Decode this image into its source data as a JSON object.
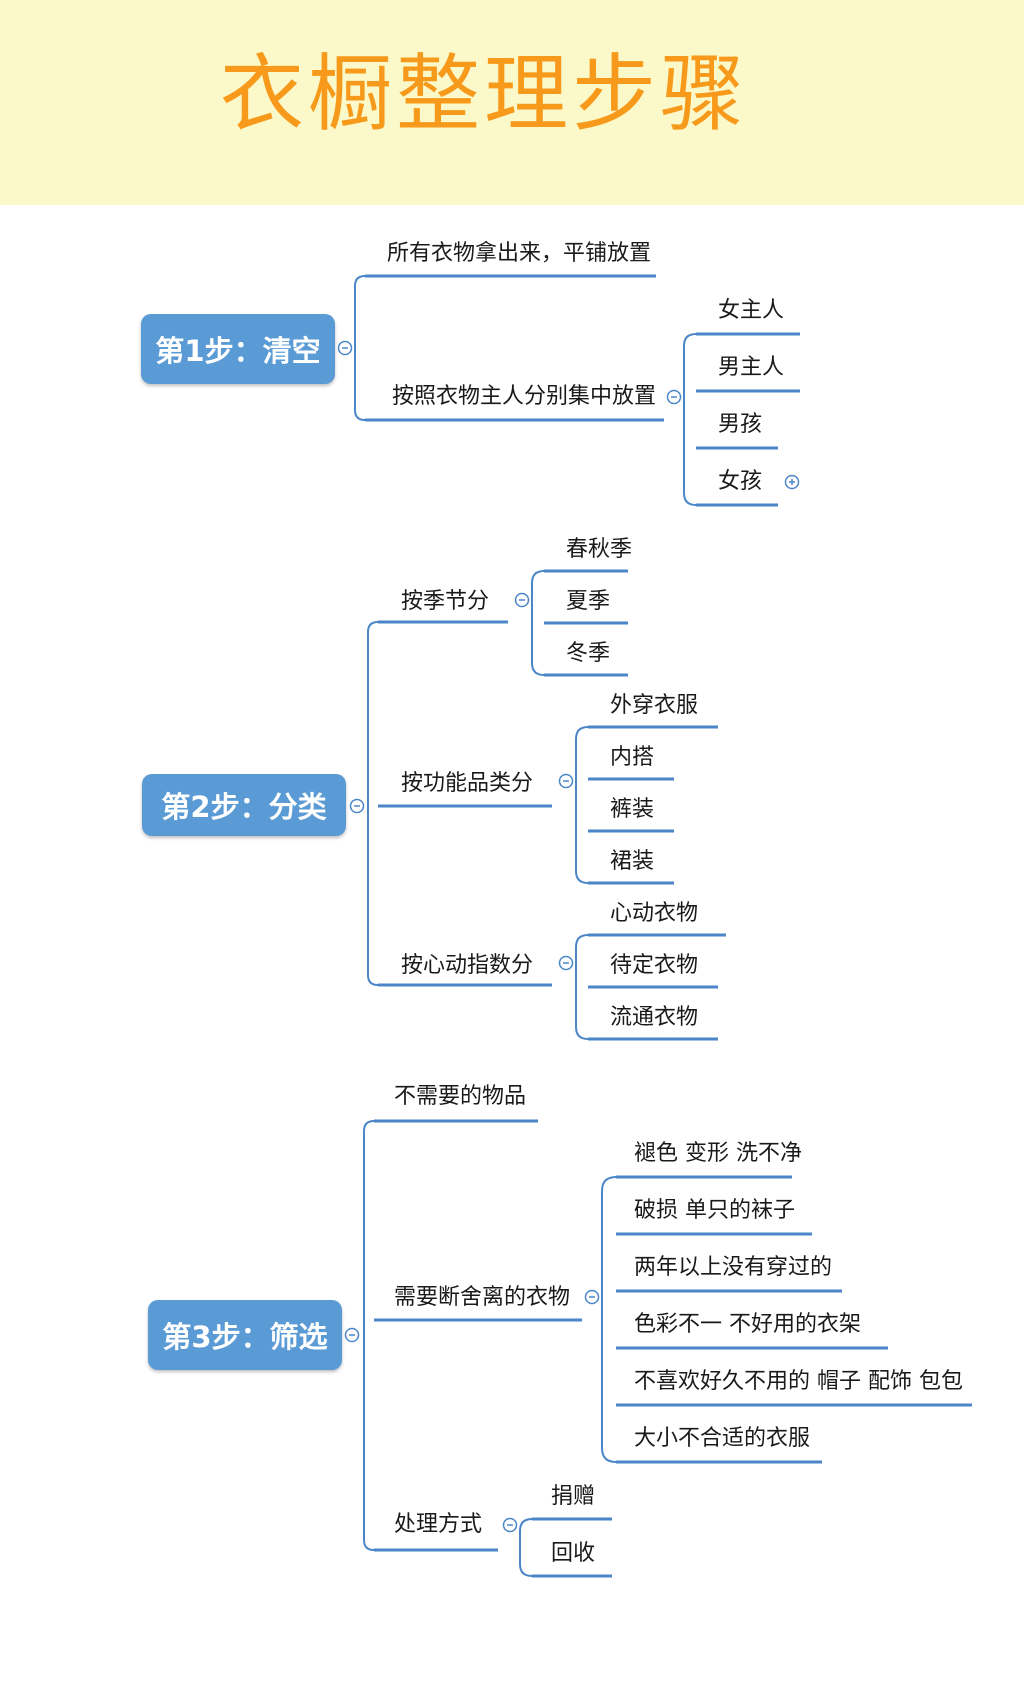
{
  "title": "衣橱整理步骤",
  "colors": {
    "header_bg": "#fbf8c9",
    "title": "#f79a1b",
    "step_box": "#5b9bd5",
    "line": "#4a86c8"
  },
  "steps": [
    {
      "label": "第1步：清空",
      "branches": [
        {
          "label": "所有衣物拿出来，平铺放置",
          "children": []
        },
        {
          "label": "按照衣物主人分别集中放置",
          "children": [
            "女主人",
            "男主人",
            "男孩",
            "女孩"
          ]
        }
      ]
    },
    {
      "label": "第2步：分类",
      "branches": [
        {
          "label": "按季节分",
          "children": [
            "春秋季",
            "夏季",
            "冬季"
          ]
        },
        {
          "label": "按功能品类分",
          "children": [
            "外穿衣服",
            "内搭",
            "裤装",
            "裙装"
          ]
        },
        {
          "label": "按心动指数分",
          "children": [
            "心动衣物",
            "待定衣物",
            "流通衣物"
          ]
        }
      ]
    },
    {
      "label": "第3步：筛选",
      "branches": [
        {
          "label": "不需要的物品",
          "children": []
        },
        {
          "label": "需要断舍离的衣物",
          "children": [
            "褪色 变形 洗不净",
            "破损  单只的袜子",
            "两年以上没有穿过的",
            "色彩不一   不好用的衣架",
            "不喜欢好久不用的 帽子 配饰  包包",
            "大小不合适的衣服"
          ]
        },
        {
          "label": "处理方式",
          "children": [
            "捐赠",
            "回收"
          ]
        }
      ]
    }
  ]
}
